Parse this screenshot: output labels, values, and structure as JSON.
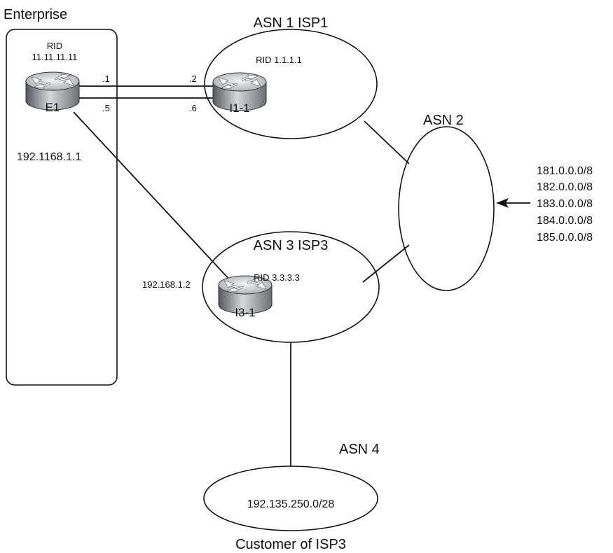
{
  "enterprise": {
    "title": "Enterprise",
    "rid_label": "RID",
    "rid_value": "11.11.11.11",
    "router": "E1",
    "if_top": ".1",
    "if_bottom": ".5",
    "lan_addr": "192.1168.1.1"
  },
  "asn1": {
    "title": "ASN 1 ISP1",
    "rid": "RID 1.1.1.1",
    "router": "I1-1",
    "if_top": ".2",
    "if_bottom": ".6"
  },
  "asn2": {
    "title": "ASN 2",
    "prefixes": [
      "181.0.0.0/8",
      "182.0.0.0/8",
      "183.0.0.0/8",
      "184.0.0.0/8",
      "185.0.0.0/8"
    ]
  },
  "asn3": {
    "title": "ASN 3 ISP3",
    "rid": "RID 3.3.3.3",
    "router": "I3-1",
    "peer_addr": "192.168.1.2"
  },
  "asn4": {
    "title": "ASN 4",
    "prefix": "192.135.250.0/28",
    "caption": "Customer of ISP3"
  },
  "colors": {
    "line": "#111111",
    "router_top": "#dfe3e6",
    "router_body_dark": "#5d6166",
    "router_body_light": "#c9cdd1"
  }
}
